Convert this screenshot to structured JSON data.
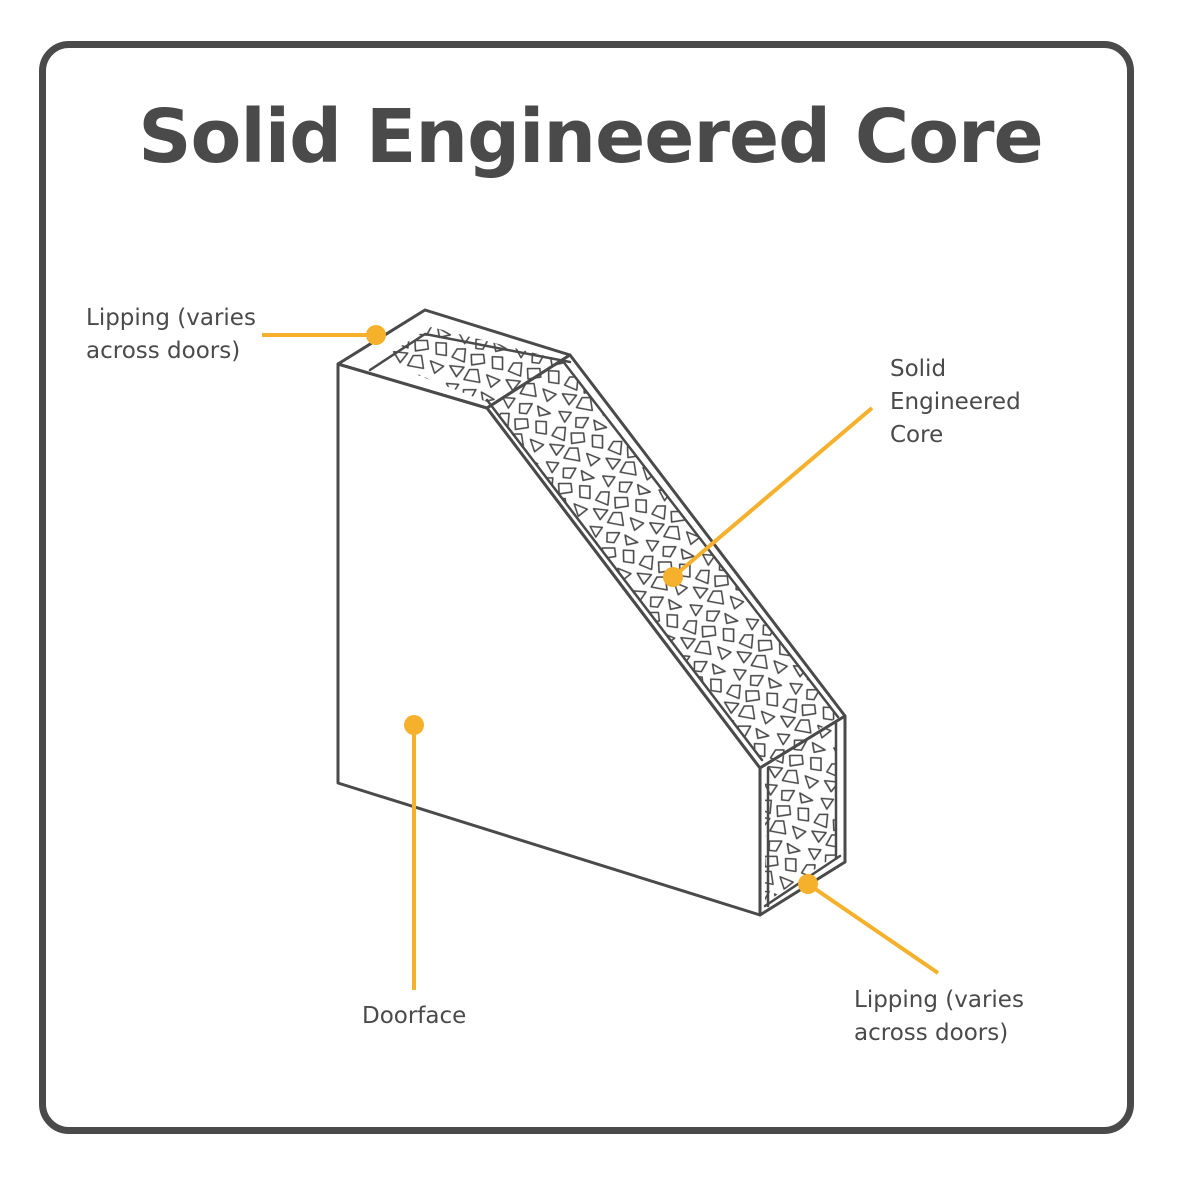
{
  "title": "Solid Engineered Core",
  "labels": {
    "lipping_top": "Lipping (varies\nacross doors)",
    "solid_core": "Solid\nEngineered\nCore",
    "doorface": "Doorface",
    "lipping_bottom": "Lipping (varies\nacross doors)"
  },
  "colors": {
    "outline": "#4a4a4a",
    "accent": "#f5b02c",
    "background": "#ffffff"
  }
}
